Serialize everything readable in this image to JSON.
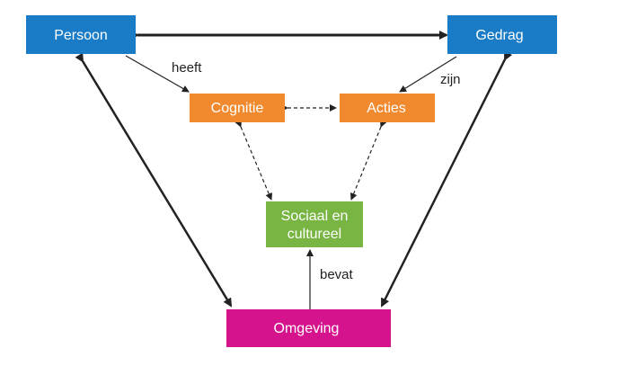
{
  "diagram": {
    "colors": {
      "blue": "#1a7cc6",
      "orange": "#f18a2e",
      "green": "#78b543",
      "magenta": "#d4138c",
      "line": "#222222"
    },
    "nodes": {
      "persoon": {
        "label": "Persoon"
      },
      "gedrag": {
        "label": "Gedrag"
      },
      "cognitie": {
        "label": "Cognitie"
      },
      "acties": {
        "label": "Acties"
      },
      "sociaal": {
        "label_line1": "Sociaal en",
        "label_line2": "cultureel"
      },
      "omgeving": {
        "label": "Omgeving"
      }
    },
    "edges": {
      "heeft": "heeft",
      "zijn": "zijn",
      "bevat": "bevat"
    }
  }
}
